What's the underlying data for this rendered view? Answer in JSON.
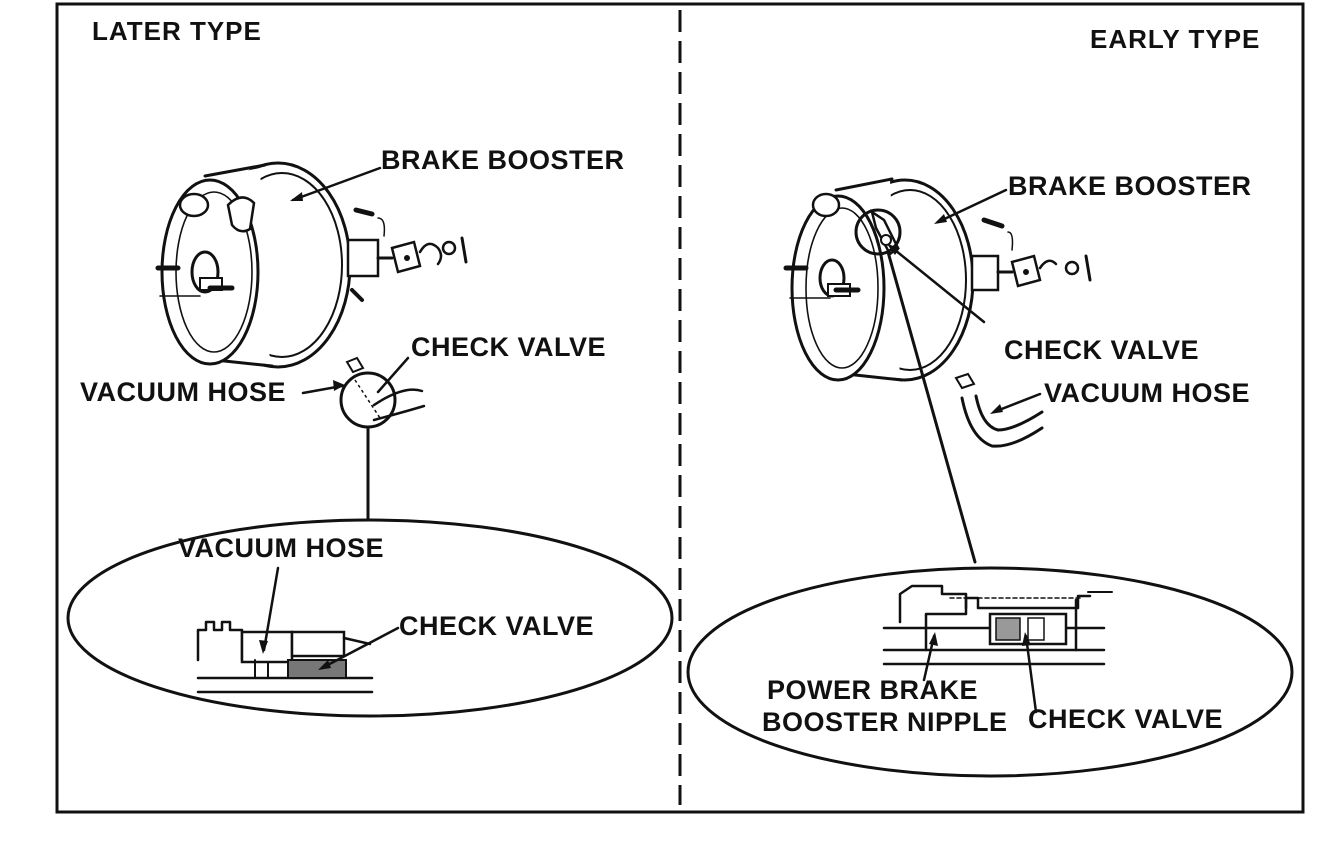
{
  "later": {
    "title": "LATER TYPE",
    "brake_booster": "BRAKE BOOSTER",
    "check_valve": "CHECK VALVE",
    "vacuum_hose": "VACUUM HOSE",
    "detail_vacuum_hose": "VACUUM HOSE",
    "detail_check_valve": "CHECK VALVE"
  },
  "early": {
    "title": "EARLY TYPE",
    "brake_booster": "BRAKE BOOSTER",
    "check_valve": "CHECK VALVE",
    "vacuum_hose": "VACUUM HOSE",
    "detail_nipple_line1": "POWER BRAKE",
    "detail_nipple_line2": "BOOSTER NIPPLE",
    "detail_check_valve": "CHECK VALVE"
  }
}
